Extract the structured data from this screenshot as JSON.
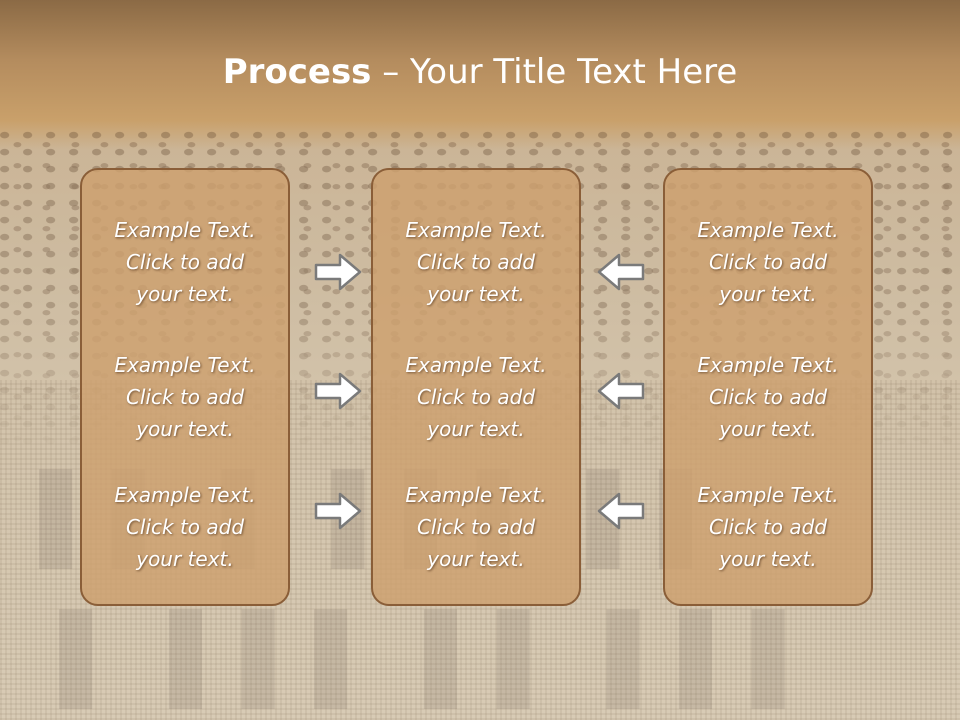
{
  "slide": {
    "title_bold": "Process",
    "title_rest": " – Your Title Text Here"
  },
  "columns": [
    {
      "items": [
        {
          "line1": "Example Text.",
          "line2": "Click  to add",
          "line3": "your text."
        },
        {
          "line1": "Example Text.",
          "line2": "Click  to add",
          "line3": "your text."
        },
        {
          "line1": "Example Text.",
          "line2": "Click  to add",
          "line3": "your text."
        }
      ]
    },
    {
      "items": [
        {
          "line1": "Example Text.",
          "line2": "Click  to add",
          "line3": "your text."
        },
        {
          "line1": "Example Text.",
          "line2": "Click  to add",
          "line3": "your text."
        },
        {
          "line1": "Example Text.",
          "line2": "Click  to add",
          "line3": "your text."
        }
      ]
    },
    {
      "items": [
        {
          "line1": "Example Text.",
          "line2": "Click  to add",
          "line3": "your text."
        },
        {
          "line1": "Example Text.",
          "line2": "Click  to add",
          "line3": "your text."
        },
        {
          "line1": "Example Text.",
          "line2": "Click  to add",
          "line3": "your text."
        }
      ]
    }
  ],
  "arrows": {
    "left_group": "right-arrow-icon",
    "right_group": "left-arrow-icon",
    "fill": "#ffffff",
    "stroke": "#7a7a7a"
  },
  "colors": {
    "box_fill": "#cda06e",
    "box_border": "#8a5e38",
    "header": "#b48c5e"
  }
}
